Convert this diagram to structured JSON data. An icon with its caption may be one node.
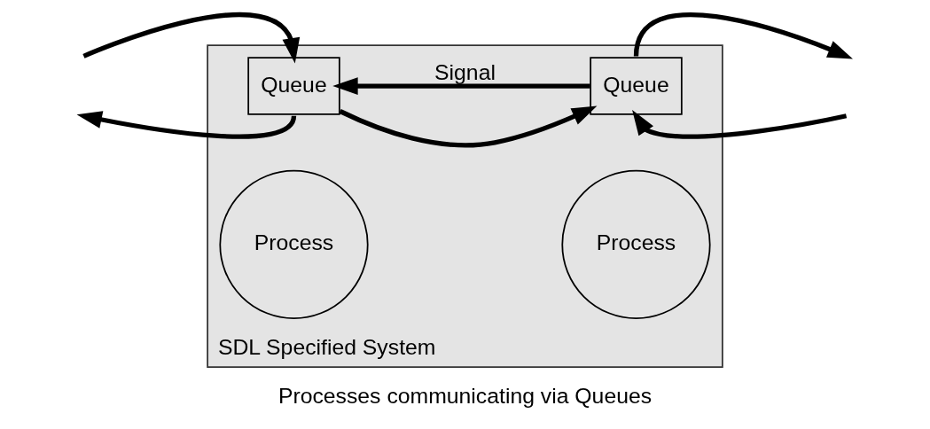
{
  "diagram": {
    "caption": "Processes communicating via Queues",
    "nodes": [
      {
        "text": [
          "SDL Specified System"
        ]
      },
      {
        "text": [
          "Queue"
        ],
        "in": 0
      },
      {
        "text": [
          "Process"
        ],
        "in": 0
      },
      {
        "text": [
          "Queue"
        ],
        "in": 0
      },
      {
        "text": [
          "Process"
        ],
        "in": 0
      }
    ],
    "edges": [
      {
        "from": null,
        "to": 1,
        "arrow": "to"
      },
      {
        "from": 1,
        "to": null,
        "arrow": "to"
      },
      {
        "from": 1,
        "to": 3,
        "arrow": "to"
      },
      {
        "from": 3,
        "to": 1,
        "arrow": "to",
        "label": "Signal"
      },
      {
        "from": 3,
        "to": null,
        "arrow": "to"
      },
      {
        "from": null,
        "to": 3,
        "arrow": "to"
      }
    ]
  }
}
